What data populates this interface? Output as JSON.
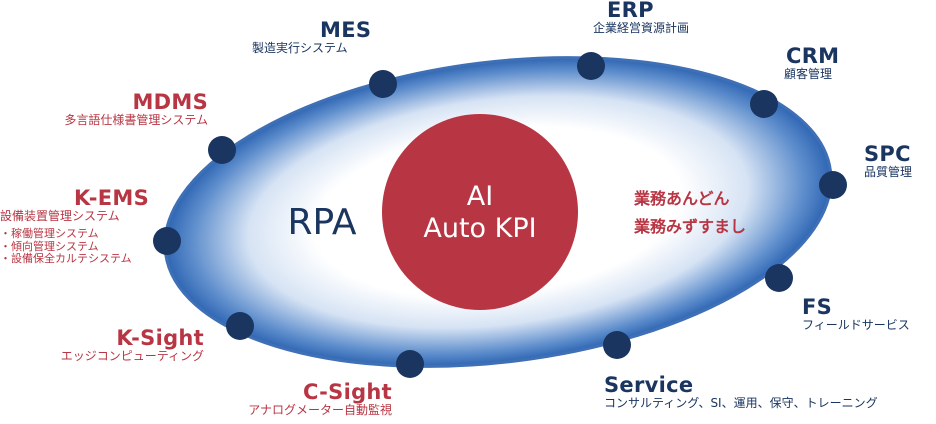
{
  "colors": {
    "navy": "#1a3560",
    "red": "#b83543",
    "ring": "#3f6fb5",
    "glow": "#2f66b3"
  },
  "center": {
    "line1": "AI",
    "line2": "Auto KPI"
  },
  "rpa": "RPA",
  "right_text": {
    "line1": "業務あんどん",
    "line2": "業務みずすまし"
  },
  "nodes": {
    "mes": {
      "title": "MES",
      "subtitle": "製造実行システム"
    },
    "erp": {
      "title": "ERP",
      "subtitle": "企業経営資源計画"
    },
    "crm": {
      "title": "CRM",
      "subtitle": "顧客管理"
    },
    "spc": {
      "title": "SPC",
      "subtitle": "品質管理"
    },
    "fs": {
      "title": "FS",
      "subtitle": "フィールドサービス"
    },
    "service": {
      "title": "Service",
      "subtitle": "コンサルティング、SI、運用、保守、トレーニング"
    },
    "csight": {
      "title": "C-Sight",
      "subtitle": "アナログメーター自動監視"
    },
    "ksight": {
      "title": "K-Sight",
      "subtitle": "エッジコンピューティング"
    },
    "kems": {
      "title": "K-EMS",
      "subtitle": "設備装置管理システム",
      "items": [
        "・稼働管理システム",
        "・傾向管理システム",
        "・設備保全カルテシステム"
      ]
    },
    "mdms": {
      "title": "MDMS",
      "subtitle": "多言語仕様書管理システム"
    }
  }
}
